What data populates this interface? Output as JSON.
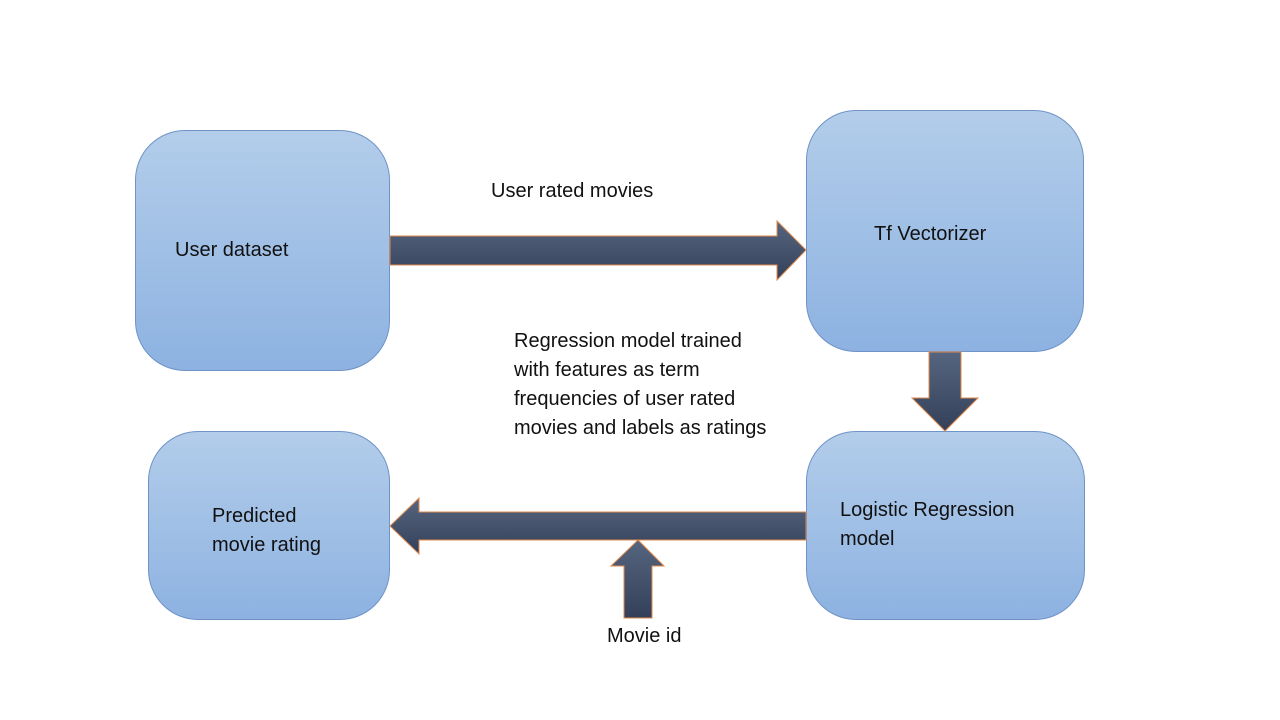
{
  "diagram": {
    "nodes": {
      "user_dataset": {
        "label": "User dataset"
      },
      "tf_vectorizer": {
        "label": "Tf Vectorizer"
      },
      "logistic_regression": {
        "label_lines": [
          "Logistic Regression",
          "model"
        ]
      },
      "predicted_rating": {
        "label_lines": [
          "Predicted",
          "movie rating"
        ]
      }
    },
    "edge_labels": {
      "user_rated_movies": "User rated movies",
      "regression_note_lines": [
        "Regression model trained",
        "with features as term",
        "frequencies of user rated",
        "movies and labels as ratings"
      ],
      "movie_id": "Movie id"
    },
    "edges": [
      {
        "from": "User dataset",
        "to": "Tf Vectorizer",
        "label": "User rated movies"
      },
      {
        "from": "Tf Vectorizer",
        "to": "Logistic Regression model"
      },
      {
        "from": "Logistic Regression model",
        "to": "Predicted movie rating"
      },
      {
        "from": "Movie id",
        "to": "Logistic Regression model -> Predicted movie rating"
      }
    ],
    "colors": {
      "box_fill_top": "#b3cdea",
      "box_fill_bottom": "#8db2e1",
      "box_border": "#6f93c6",
      "arrow_fill_top": "#56657f",
      "arrow_fill_bottom": "#34405a",
      "arrow_outline": "#e08a4c"
    }
  }
}
